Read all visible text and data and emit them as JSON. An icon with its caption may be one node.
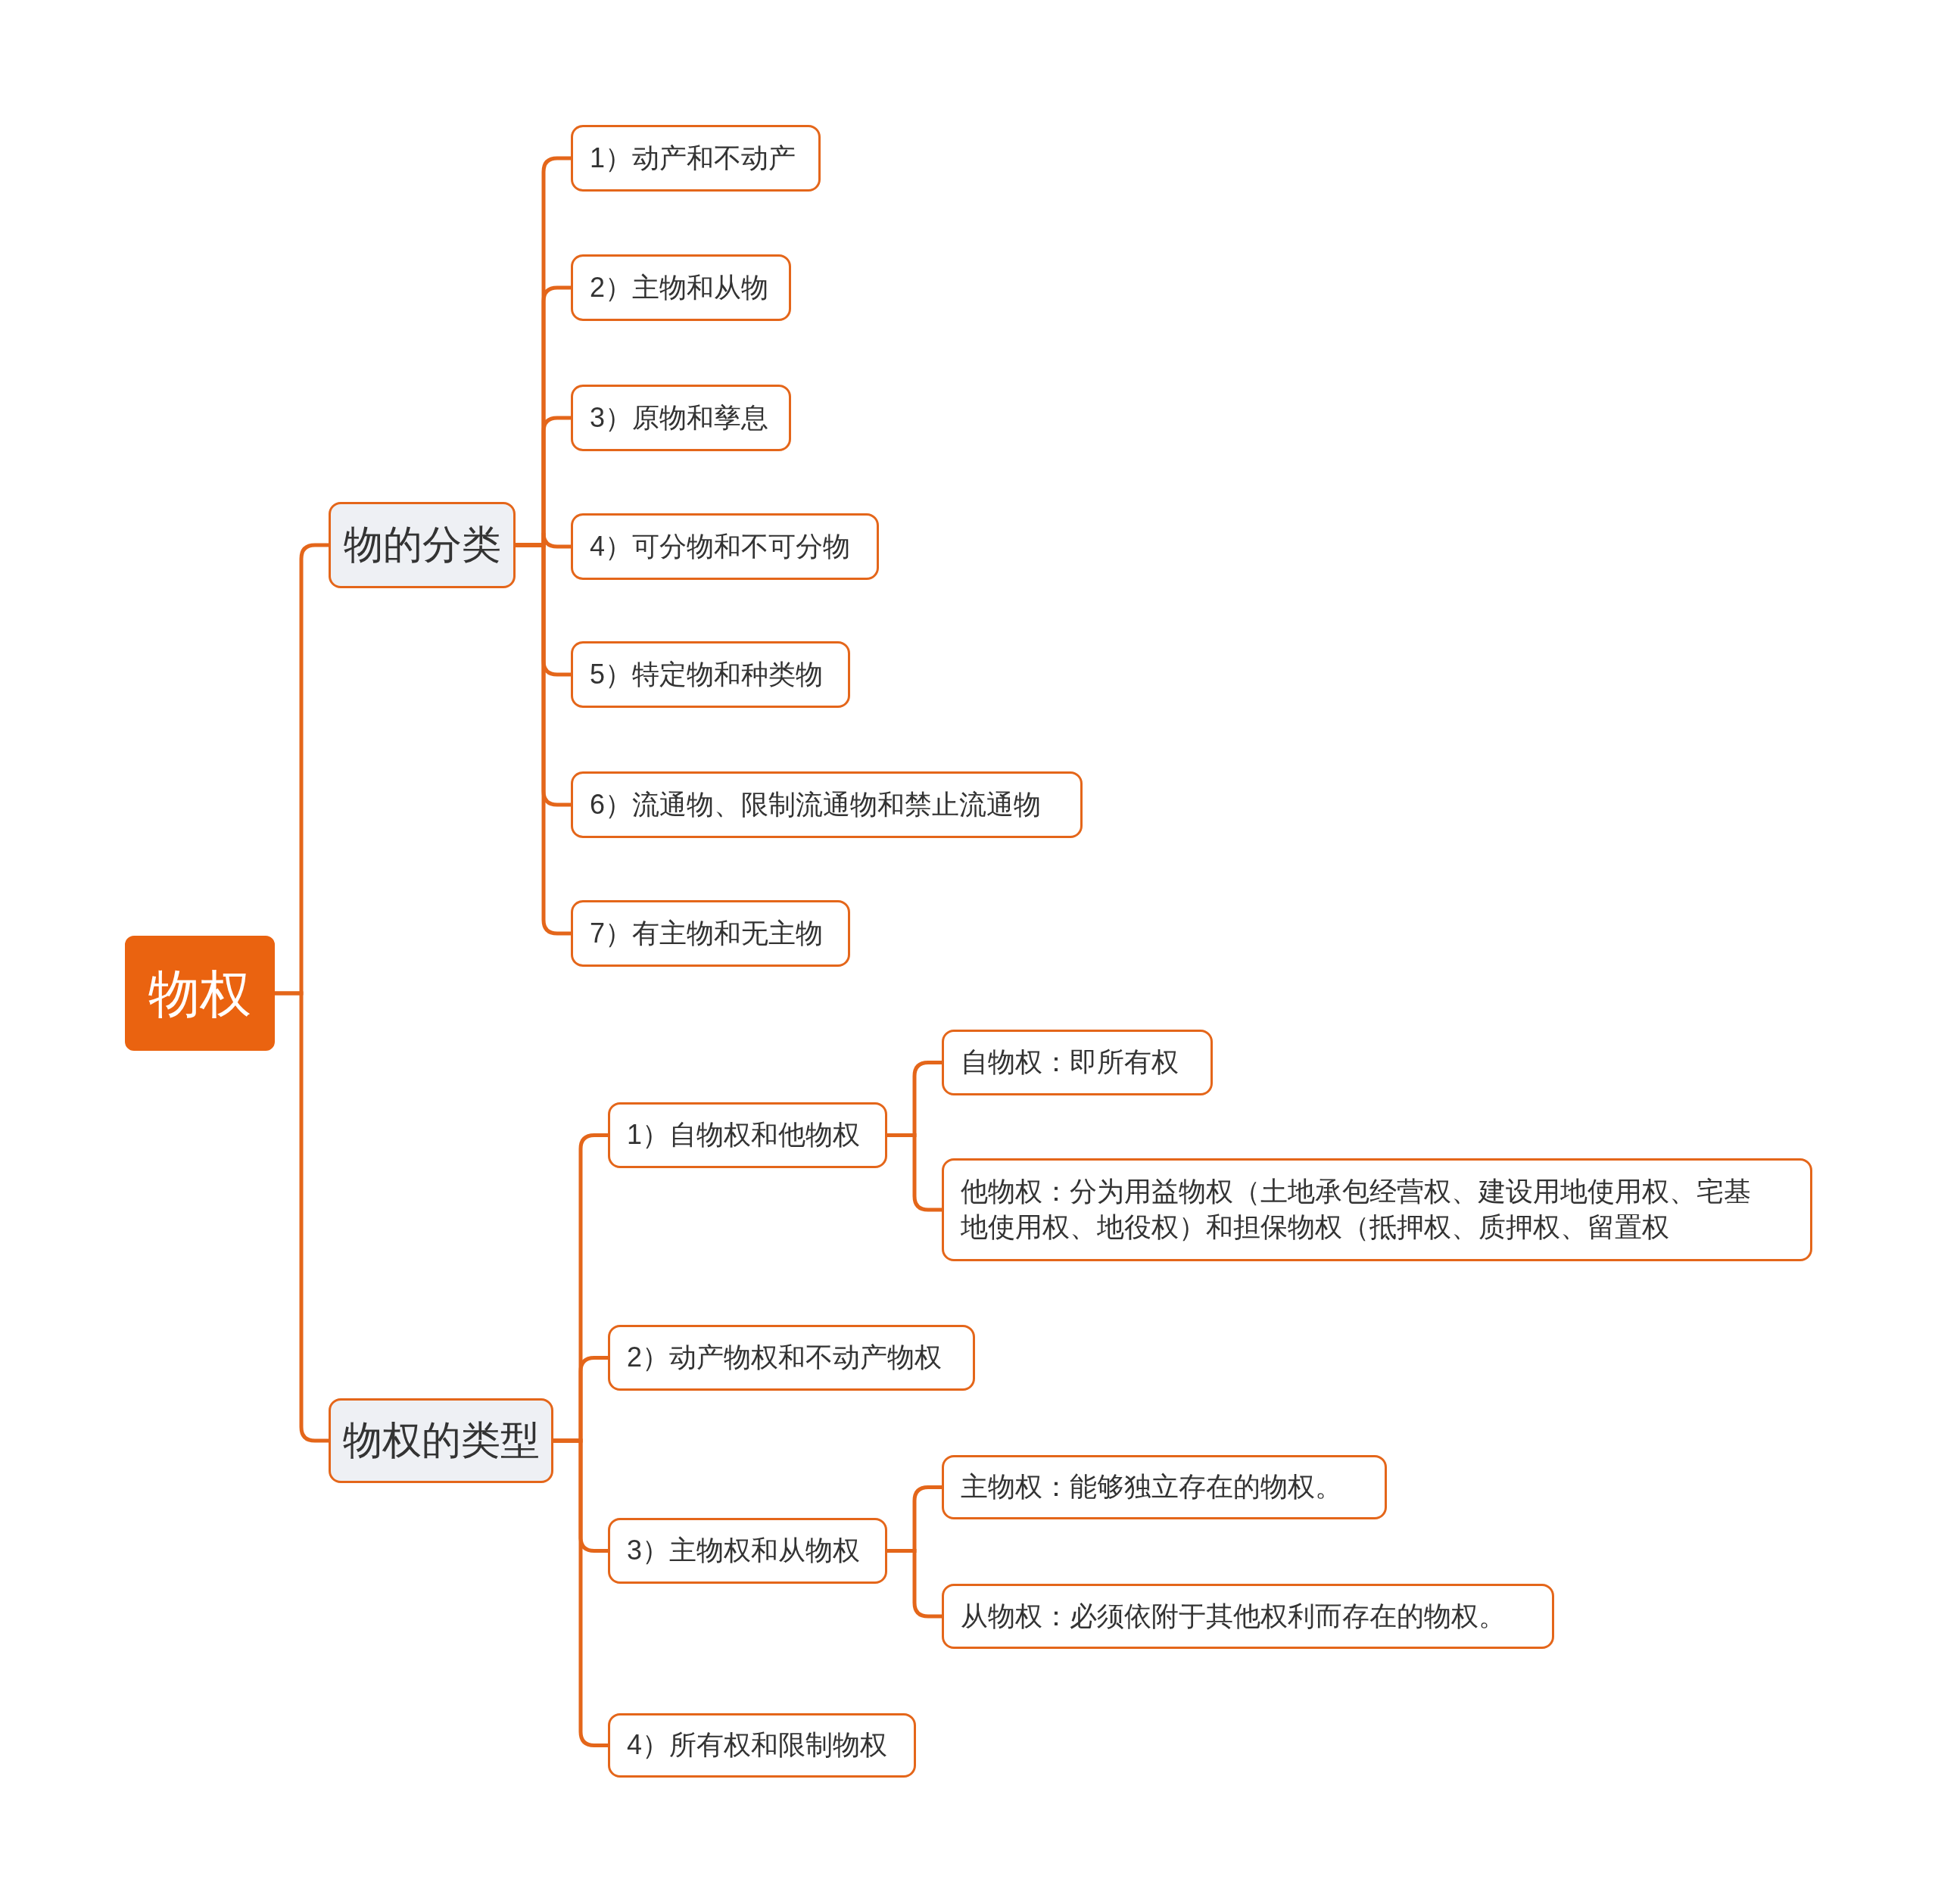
{
  "diagram": {
    "nodes": [
      {
        "text": [
          "物权"
        ]
      },
      {
        "text": [
          "物的分类"
        ]
      },
      {
        "text": [
          "1）动产和不动产"
        ]
      },
      {
        "text": [
          "2）主物和从物"
        ]
      },
      {
        "text": [
          "3）原物和孳息"
        ]
      },
      {
        "text": [
          "4）可分物和不可分物"
        ]
      },
      {
        "text": [
          "5）特定物和种类物"
        ]
      },
      {
        "text": [
          "6）流通物、限制流通物和禁止流通物"
        ]
      },
      {
        "text": [
          "7）有主物和无主物"
        ]
      },
      {
        "text": [
          "物权的类型"
        ]
      },
      {
        "text": [
          "1）自物权和他物权"
        ]
      },
      {
        "text": [
          "自物权：即所有权"
        ]
      },
      {
        "text": [
          "他物权：分为用益物权（土地承包经营权、建设用地使用权、宅基地使用权、地役权）和担保物权（抵押权、质押权、留置权"
        ]
      },
      {
        "text": [
          "2）动产物权和不动产物权"
        ]
      },
      {
        "text": [
          "3）主物权和从物权"
        ]
      },
      {
        "text": [
          "主物权：能够独立存在的物权。"
        ]
      },
      {
        "text": [
          "从物权：必须依附于其他权利而存在的物权。"
        ]
      },
      {
        "text": [
          "4）所有权和限制物权"
        ]
      }
    ],
    "edges": [
      {
        "from": 0,
        "to": 1,
        "arrow": "none"
      },
      {
        "from": 1,
        "to": 2,
        "arrow": "none"
      },
      {
        "from": 1,
        "to": 3,
        "arrow": "none"
      },
      {
        "from": 1,
        "to": 4,
        "arrow": "none"
      },
      {
        "from": 1,
        "to": 5,
        "arrow": "none"
      },
      {
        "from": 1,
        "to": 6,
        "arrow": "none"
      },
      {
        "from": 1,
        "to": 7,
        "arrow": "none"
      },
      {
        "from": 1,
        "to": 8,
        "arrow": "none"
      },
      {
        "from": 0,
        "to": 9,
        "arrow": "none"
      },
      {
        "from": 9,
        "to": 10,
        "arrow": "none"
      },
      {
        "from": 10,
        "to": 11,
        "arrow": "none"
      },
      {
        "from": 10,
        "to": 12,
        "arrow": "none"
      },
      {
        "from": 9,
        "to": 13,
        "arrow": "none"
      },
      {
        "from": 9,
        "to": 14,
        "arrow": "none"
      },
      {
        "from": 14,
        "to": 15,
        "arrow": "none"
      },
      {
        "from": 14,
        "to": 16,
        "arrow": "none"
      },
      {
        "from": 9,
        "to": 17,
        "arrow": "none"
      }
    ]
  }
}
